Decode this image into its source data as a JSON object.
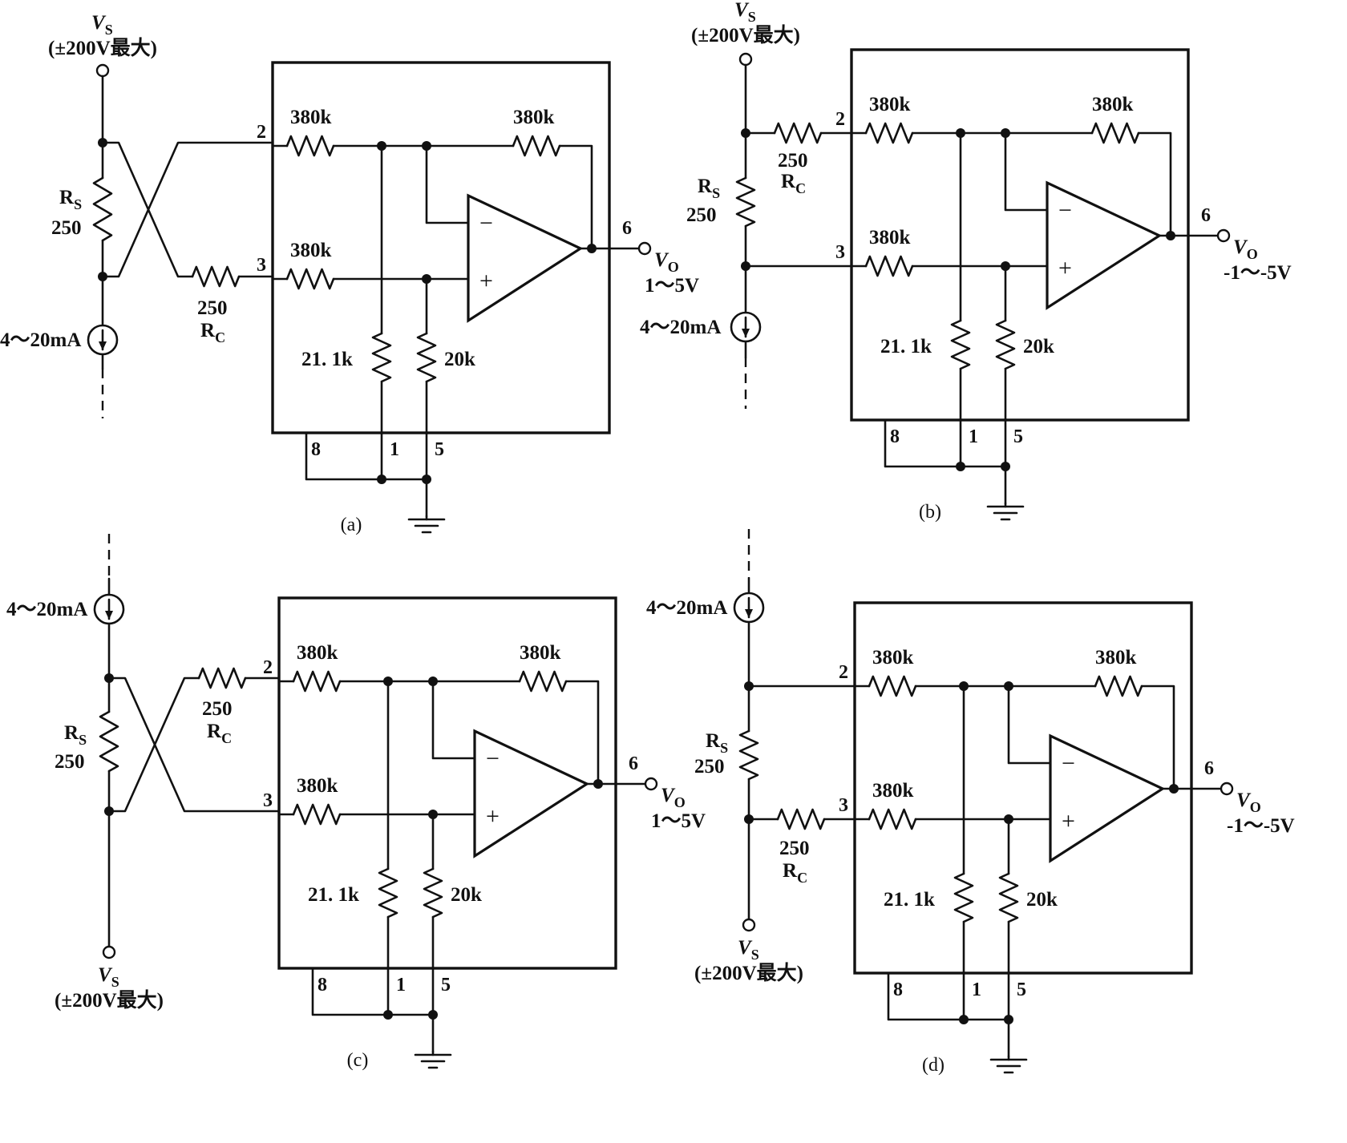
{
  "labels": {
    "vs": "V",
    "vs_sub": "S",
    "vs_note": "(±200V最大)",
    "vo": "V",
    "vo_sub": "O",
    "rs": "R",
    "rs_sub": "S",
    "rc": "R",
    "rc_sub": "C",
    "current": "4～20mA",
    "r_in": "380k",
    "r_fb": "380k",
    "r_div1": "21. 1k",
    "r_div2": "20k",
    "r_sense": "250",
    "r_comp": "250",
    "out_pos": "1～5V",
    "out_neg": "-1～-5V",
    "minus": "−",
    "plus": "+",
    "pin2": "2",
    "pin3": "3",
    "pin6": "6",
    "pin8": "8",
    "pin1": "1",
    "pin5": "5"
  },
  "panels": [
    {
      "id": "a",
      "caption": "(a)",
      "output_range": "1～5V"
    },
    {
      "id": "b",
      "caption": "(b)",
      "output_range": "-1～-5V"
    },
    {
      "id": "c",
      "caption": "(c)",
      "output_range": "1～5V"
    },
    {
      "id": "d",
      "caption": "(d)",
      "output_range": "-1～-5V"
    }
  ]
}
